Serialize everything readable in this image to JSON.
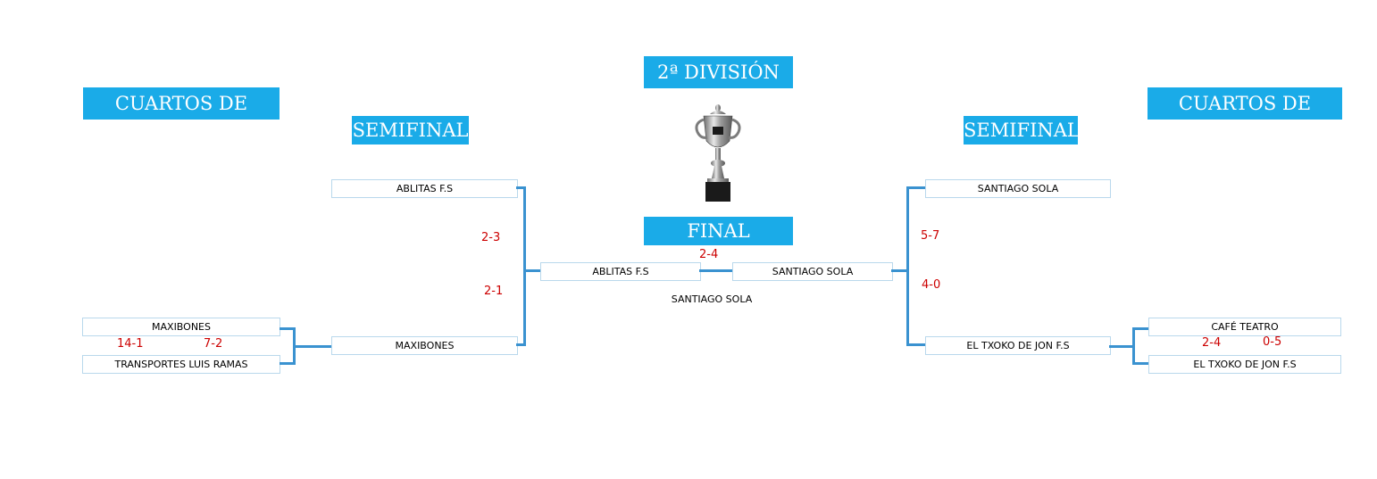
{
  "headers": {
    "division": "2ª DIVISIÓN",
    "quarters_left": "CUARTOS DE FINAL",
    "quarters_right": "CUARTOS DE FINAL",
    "semis_left": "SEMIFINAL",
    "semis_right": "SEMIFINAL",
    "final": "FINAL"
  },
  "quarters_left": {
    "team_a": "MAXIBONES",
    "team_b": "TRANSPORTES LUIS RAMAS",
    "score_1": "14-1",
    "score_2": "7-2"
  },
  "quarters_right": {
    "team_a": "CAFÉ TEATRO",
    "team_b": "EL TXOKO DE JON F.S",
    "score_1": "2-4",
    "score_2": "0-5"
  },
  "semis_left": {
    "team_a": "ABLITAS F.S",
    "team_b": "MAXIBONES",
    "score_1": "2-3",
    "score_2": "2-1"
  },
  "semis_right": {
    "team_a": "SANTIAGO SOLA",
    "team_b": "EL TXOKO DE JON F.S",
    "score_1": "5-7",
    "score_2": "4-0"
  },
  "final": {
    "team_left": "ABLITAS F.S",
    "team_right": "SANTIAGO SOLA",
    "score": "2-4",
    "champion": "SANTIAGO SOLA"
  },
  "colors": {
    "header_bg": "#1aabe8",
    "connector": "#3a92d0",
    "score": "#cc0000",
    "box_border": "#b9d8ec"
  },
  "icons": {
    "trophy": "trophy-icon"
  }
}
